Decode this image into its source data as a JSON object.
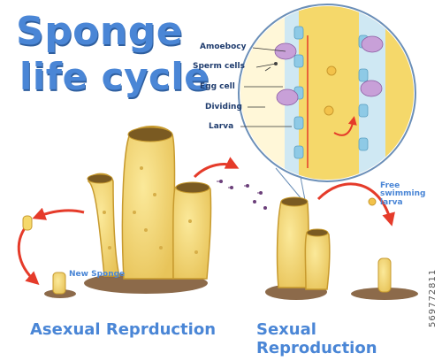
{
  "title": {
    "line1": "Sponge",
    "line2": "life cycle"
  },
  "inset_labels": [
    "Amoebocy",
    "Sperm cells",
    "Egg cell",
    "Dividing",
    "Larva"
  ],
  "labels": {
    "new_sponge": "New Sponge",
    "free_swimming": "Free\nswimming\nlarva",
    "free_swimming_line1": "Free",
    "free_swimming_line2": "swimming",
    "free_swimming_line3": "larva"
  },
  "captions": {
    "asexual": "Asexual Reprduction",
    "sexual": "Sexual Reproduction"
  },
  "watermark": "569772811",
  "colors": {
    "title_blue": "#4a86d6",
    "sponge_yellow": "#f5d86a",
    "sponge_outline": "#c79a2e",
    "arrow_red": "#e53b2a",
    "soil": "#8c6a4a",
    "inset_cell": "#8ecae6",
    "inset_purple": "#c8a0d8"
  }
}
